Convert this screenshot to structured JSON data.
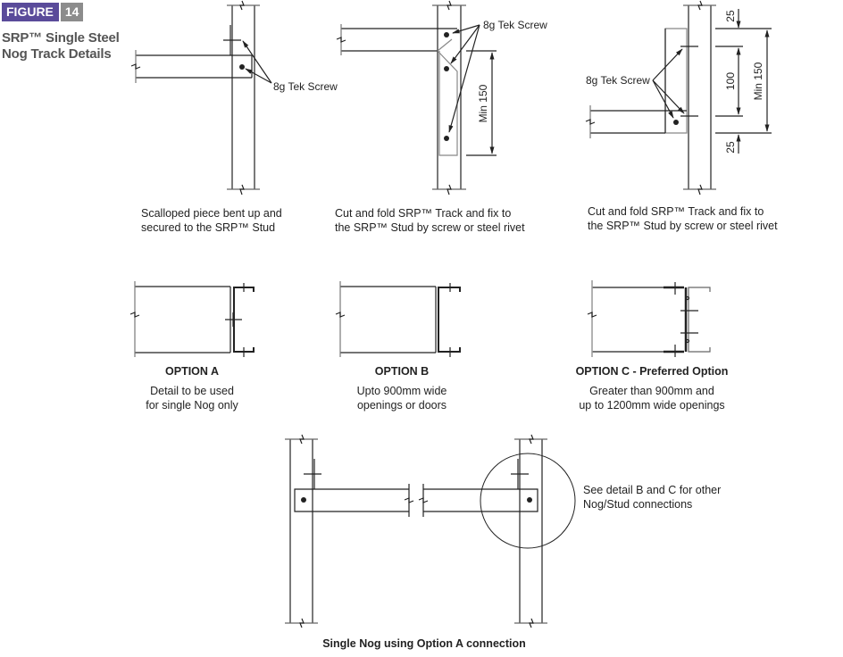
{
  "figure": {
    "label": "FIGURE",
    "number": "14",
    "title_line1": "SRP™ Single Steel",
    "title_line2": "Nog Track Details",
    "accent_color": "#5a4b9a",
    "number_bg_color": "#8c8c8c"
  },
  "details": {
    "detail1": {
      "callout": "8g Tek Screw",
      "caption_line1": "Scalloped piece bent up and",
      "caption_line2": "secured to the SRP™ Stud"
    },
    "detail2": {
      "callout": "8g Tek Screw",
      "dimension": "Min 150",
      "caption_line1": "Cut and fold SRP™ Track and fix to",
      "caption_line2": "the SRP™ Stud by screw or steel rivet"
    },
    "detail3": {
      "callout": "8g Tek Screw",
      "dim_top": "25",
      "dim_middle": "100",
      "dim_bottom": "25",
      "dim_overall": "Min 150",
      "caption_line1": "Cut and fold SRP™ Track and fix to",
      "caption_line2": "the SRP™ Stud by screw or steel rivet"
    }
  },
  "options": [
    {
      "title": "OPTION A",
      "line1": "Detail to be used",
      "line2": "for single Nog only"
    },
    {
      "title": "OPTION B",
      "line1": "Upto 900mm wide",
      "line2": "openings or doors"
    },
    {
      "title": "OPTION C - Preferred Option",
      "line1": "Greater than 900mm and",
      "line2": "up to 1200mm wide openings"
    }
  ],
  "bottom": {
    "note_line1": "See detail B and C for other",
    "note_line2": "Nog/Stud connections",
    "caption": "Single Nog using Option A connection"
  }
}
